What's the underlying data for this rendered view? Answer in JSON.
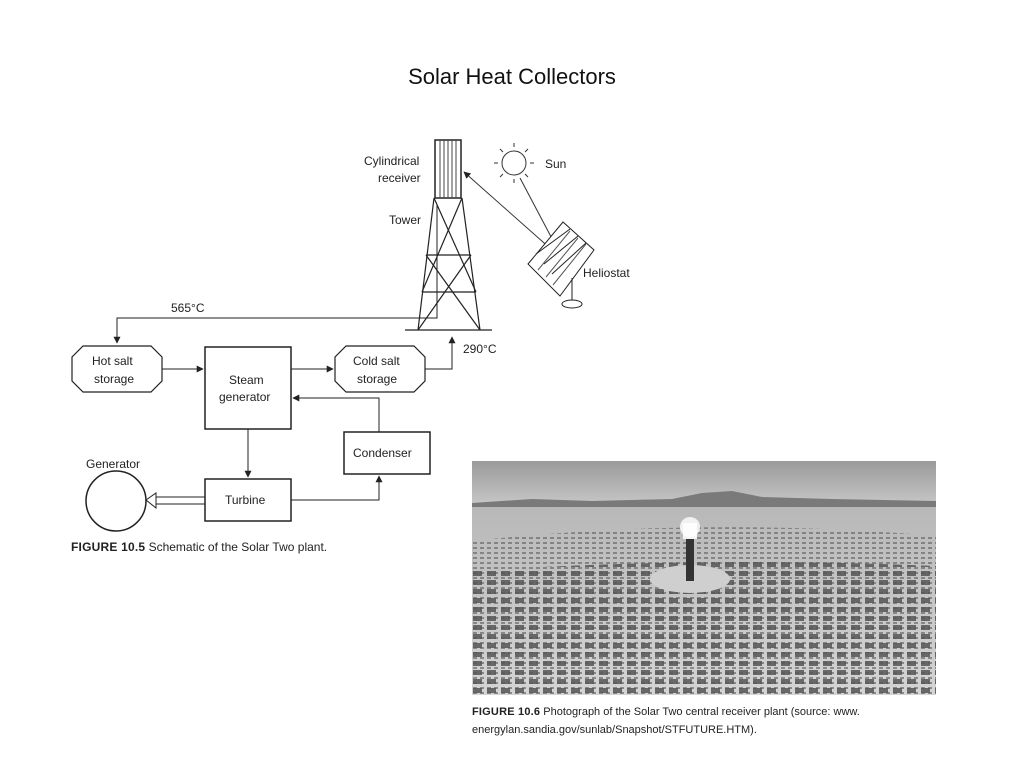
{
  "slide": {
    "title": "Solar Heat Collectors"
  },
  "figure_10_5": {
    "labels": {
      "cylindrical": "Cylindrical",
      "receiver": "receiver",
      "tower": "Tower",
      "sun": "Sun",
      "heliostat": "Heliostat",
      "temp_hot": "565°C",
      "temp_cold": "290°C",
      "hot_salt_1": "Hot salt",
      "hot_salt_2": "storage",
      "steam_1": "Steam",
      "steam_2": "generator",
      "cold_salt_1": "Cold salt",
      "cold_salt_2": "storage",
      "condenser": "Condenser",
      "generator": "Generator",
      "turbine": "Turbine"
    },
    "caption_bold": "FIGURE 10.5",
    "caption_text": "Schematic of the Solar Two plant."
  },
  "figure_10_6": {
    "caption_bold": "FIGURE 10.6",
    "caption_text_1": "Photograph of the Solar Two central receiver plant (source: www.",
    "caption_text_2": "energylan.sandia.gov/sunlab/Snapshot/STFUTURE.HTM)."
  }
}
